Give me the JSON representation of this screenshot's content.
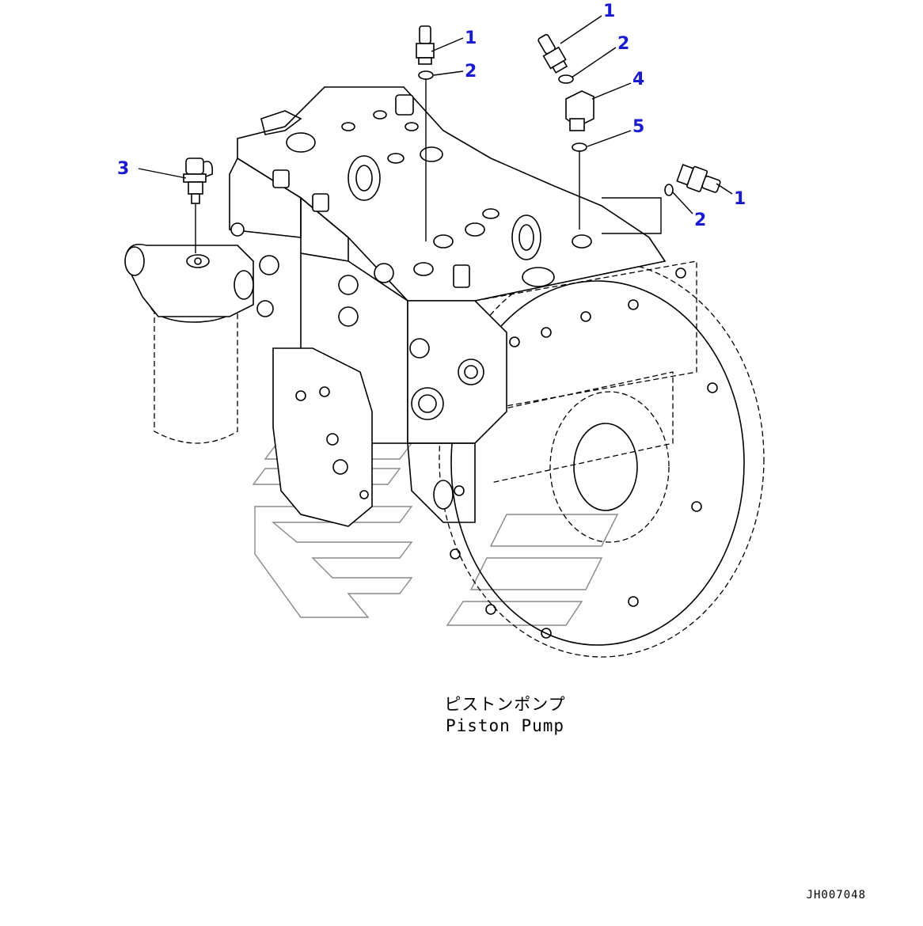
{
  "callouts": [
    {
      "id": "c1a",
      "label": "1"
    },
    {
      "id": "c2a",
      "label": "2"
    },
    {
      "id": "c1b",
      "label": "1"
    },
    {
      "id": "c2b",
      "label": "2"
    },
    {
      "id": "c4",
      "label": "4"
    },
    {
      "id": "c5",
      "label": "5"
    },
    {
      "id": "c3",
      "label": "3"
    },
    {
      "id": "c1c",
      "label": "1"
    },
    {
      "id": "c2c",
      "label": "2"
    }
  ],
  "caption": {
    "japanese": "ピストンポンプ",
    "english": "Piston Pump"
  },
  "drawing_code": "JH007048",
  "colors": {
    "callout": "#1a1ad0",
    "line": "#000000",
    "watermark": "#888888",
    "background": "#ffffff"
  }
}
